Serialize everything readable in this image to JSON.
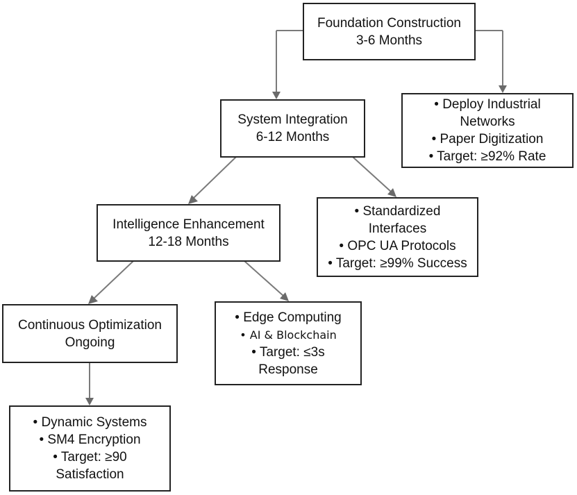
{
  "nodes": {
    "foundation": {
      "title": "Foundation Construction",
      "duration": "3-6 Months"
    },
    "foundation_details": {
      "lines": [
        "• Deploy Industrial",
        "Networks",
        "• Paper Digitization",
        "• Target: ≥92% Rate"
      ]
    },
    "integration": {
      "title": "System Integration",
      "duration": "6-12 Months"
    },
    "integration_details": {
      "lines": [
        "• Standardized",
        "Interfaces",
        "• OPC UA Protocols",
        "• Target: ≥99% Success"
      ]
    },
    "intelligence": {
      "title": "Intelligence Enhancement",
      "duration": "12-18 Months"
    },
    "intelligence_details": {
      "lines": [
        "• Edge Computing",
        "• AI & Blockchain",
        "• Target: ≤3s",
        "Response"
      ]
    },
    "optimization": {
      "title": "Continuous Optimization",
      "duration": "Ongoing"
    },
    "optimization_details": {
      "lines": [
        "• Dynamic Systems",
        "• SM4 Encryption",
        "• Target: ≥90",
        "Satisfaction"
      ]
    }
  }
}
